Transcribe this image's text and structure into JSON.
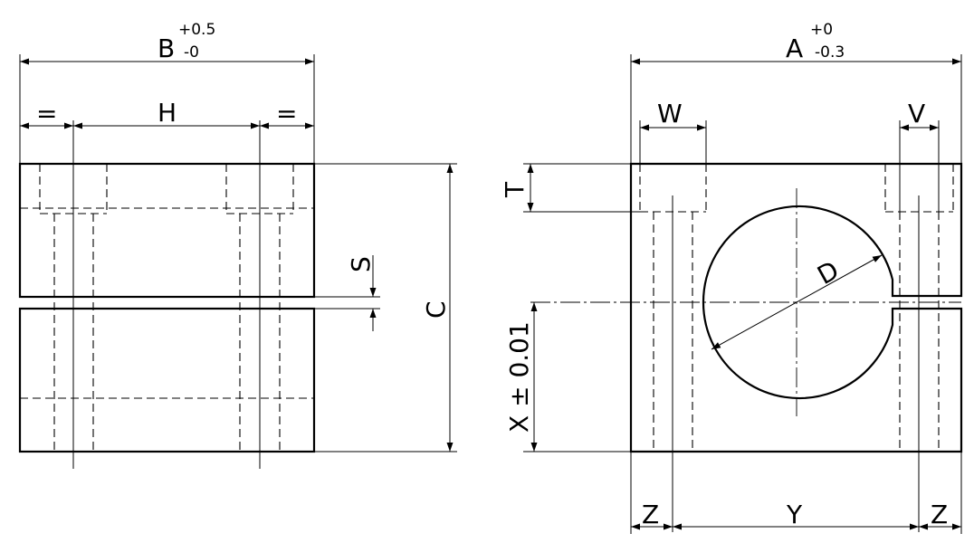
{
  "drawing": {
    "left_view": {
      "width_label": "B",
      "width_tol_upper": "+0.5",
      "width_tol_lower": "-0",
      "equal_left": "=",
      "equal_right": "=",
      "hole_spacing_label": "H",
      "slot_label": "S",
      "height_label": "C"
    },
    "right_view": {
      "width_label": "A",
      "width_tol_upper": "+0",
      "width_tol_lower": "-0.3",
      "counterbore_width_label": "W",
      "hole_width_label": "V",
      "counterbore_depth_label": "T",
      "bore_diameter_label": "D",
      "half_height_label": "X ± 0.01",
      "edge_distance_left_label": "Z",
      "hole_spacing_label": "Y",
      "edge_distance_right_label": "Z"
    }
  },
  "colors": {
    "line": "#000000",
    "background": "#ffffff"
  }
}
